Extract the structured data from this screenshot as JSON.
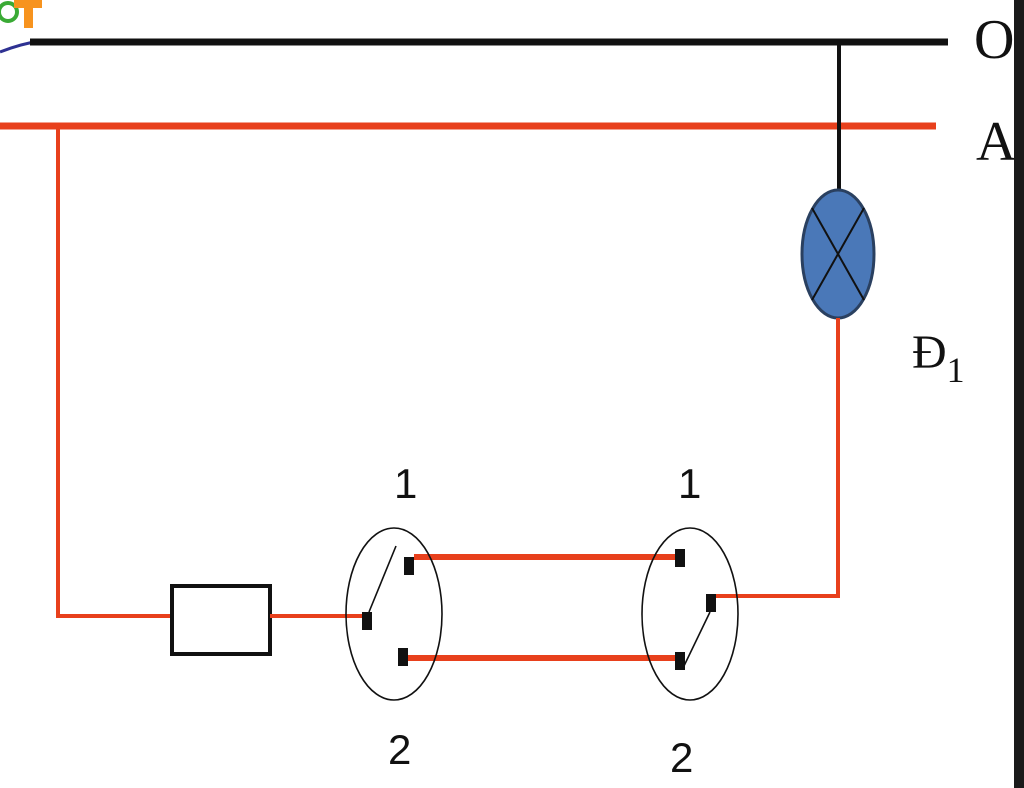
{
  "colors": {
    "neutral_wire": "#111111",
    "phase_wire": "#e8401c",
    "lamp_fill": "#4a78b8",
    "lamp_stroke": "#2a4060",
    "component_stroke": "#111111",
    "logo_orange": "#f7931e",
    "logo_green": "#3aaa35",
    "logo_blue": "#2e3192"
  },
  "labels": {
    "neutral": "O",
    "phase": "A",
    "lamp": "Đ",
    "lamp_subscript": "1",
    "switch_left_top": "1",
    "switch_left_bottom": "2",
    "switch_right_top": "1",
    "switch_right_bottom": "2"
  },
  "icons": {
    "logo": "brand-logo-icon",
    "lamp": "lamp-icon",
    "fuse": "fuse-icon",
    "switch": "two-way-switch-icon"
  }
}
